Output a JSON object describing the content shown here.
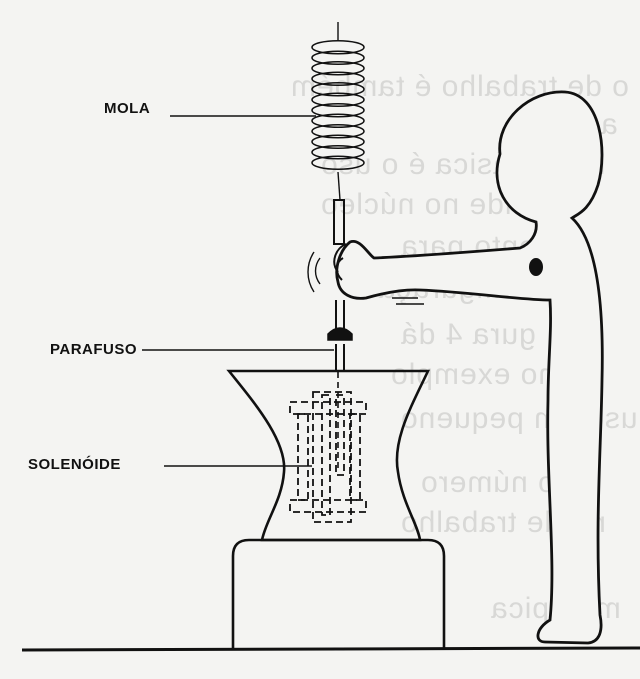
{
  "labels": {
    "mola": "MOLA",
    "parafuso": "PARAFUSO",
    "solenoide": "SOLENÓIDE"
  },
  "bleed_through_lines": [
    "o de trabalho é também",
    "a",
    "idéia básica é o uso",
    "óide no núcleo",
    "mento para",
    "na configuração",
    "gura 4 dá",
    "como exemplo",
    "uso um pequeno",
    "do número",
    "no de trabalho",
    "ma típica"
  ],
  "colors": {
    "ink": "#111111",
    "paper": "#f4f4f2",
    "bleed": "#d8d8d6"
  }
}
